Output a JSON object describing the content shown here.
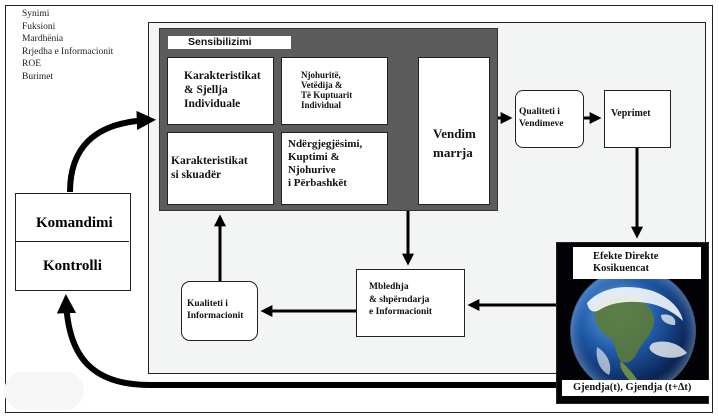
{
  "legend": {
    "items": [
      "Synimi",
      "Fuksioni",
      "Mardhënia",
      "Rrjedha e Informacionit",
      "ROE",
      "Burimet"
    ]
  },
  "sensibilizimi": {
    "title": "Sensibilizimi",
    "box1": {
      "lines": [
        "Karakteristikat",
        "& Sjellja",
        "Individuale"
      ]
    },
    "box2": {
      "lines": [
        "Njohuritë,",
        "Vetëdija &",
        "Të Kuptuarit",
        "Individual"
      ]
    },
    "box3": {
      "lines": [
        "Karakteristikat",
        "si skuadër"
      ]
    },
    "box4": {
      "lines": [
        "Ndërgjegjësimi,",
        "Kuptimi &",
        "Njohurive",
        "i Përbashkët"
      ]
    },
    "box5": {
      "lines": [
        "Vendim",
        "marrja"
      ]
    }
  },
  "qualiteti_vendimeve": {
    "lines": [
      "Qualiteti i",
      "Vendimeve"
    ]
  },
  "veprimet": {
    "label": "Veprimet"
  },
  "efektet": {
    "title_lines": [
      "Efekte Direkte",
      "Kosikuencat"
    ],
    "caption": "Gjendja(t), Gjendja (t+Δt)"
  },
  "mbledhja": {
    "lines": [
      "Mbledhja",
      "& shpërndarja",
      "e Informacionit"
    ]
  },
  "kualiteti_informacionit": {
    "lines": [
      "Kualiteti i",
      "Informacionit"
    ]
  },
  "komandimi_kontrolli": {
    "top": "Komandimi",
    "bottom": "Kontrolli"
  },
  "colors": {
    "dark_panel": "#5c5c5c",
    "panel_bg": "#f3f4f4",
    "arrow": "#000000"
  }
}
